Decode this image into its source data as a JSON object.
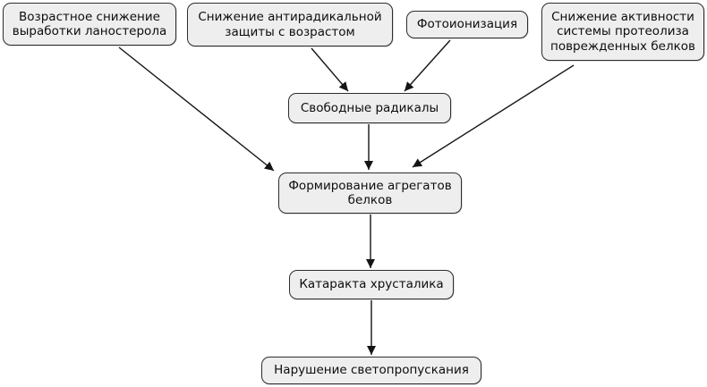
{
  "diagram": {
    "type": "flowchart",
    "language": "ru",
    "background": "#ffffff",
    "colors": {
      "node_fill": "#eeeeee",
      "node_border": "#2d2d2d",
      "arrow": "#141414",
      "text": "#0d0d0d"
    },
    "nodes": {
      "lanosterol": {
        "label": "Возрастное снижение выработки ланостерола"
      },
      "antiradical": {
        "label": "Снижение антирадикальной защиты с возрастом"
      },
      "photoionization": {
        "label": "Фотоионизация"
      },
      "proteolysis": {
        "label": "Снижение активности системы протеолиза поврежденных белков"
      },
      "free_radicals": {
        "label": "Свободные радикалы"
      },
      "aggregates": {
        "label": "Формирование агрегатов белков"
      },
      "cataract": {
        "label": "Катаракта хрусталика"
      },
      "light_transmission": {
        "label": "Нарушение светопропускания"
      }
    },
    "edges": [
      {
        "from": "lanosterol",
        "to": "aggregates"
      },
      {
        "from": "antiradical",
        "to": "free_radicals"
      },
      {
        "from": "photoionization",
        "to": "free_radicals"
      },
      {
        "from": "proteolysis",
        "to": "aggregates"
      },
      {
        "from": "free_radicals",
        "to": "aggregates"
      },
      {
        "from": "aggregates",
        "to": "cataract"
      },
      {
        "from": "cataract",
        "to": "light_transmission"
      }
    ]
  }
}
